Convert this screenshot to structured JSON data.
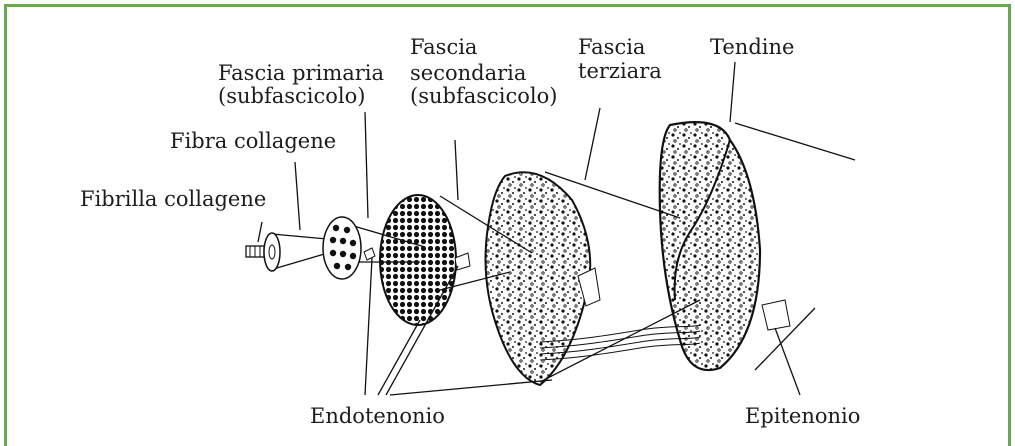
{
  "colors": {
    "frame": "#6aa84f",
    "ink": "#1c1c1c"
  },
  "labels": {
    "fibrilla": "Fibrilla collagene",
    "fibra": "Fibra collagene",
    "primaria_1": "Fascia primaria",
    "primaria_2": "(subfascicolo)",
    "secondaria_1": "Fascia",
    "secondaria_2": "secondaria",
    "secondaria_3": "(subfascicolo)",
    "terziaria_1": "Fascia",
    "terziaria_2": "terziara",
    "tendine": "Tendine",
    "endotenonio": "Endotenonio",
    "epitenonio": "Epitenonio"
  }
}
